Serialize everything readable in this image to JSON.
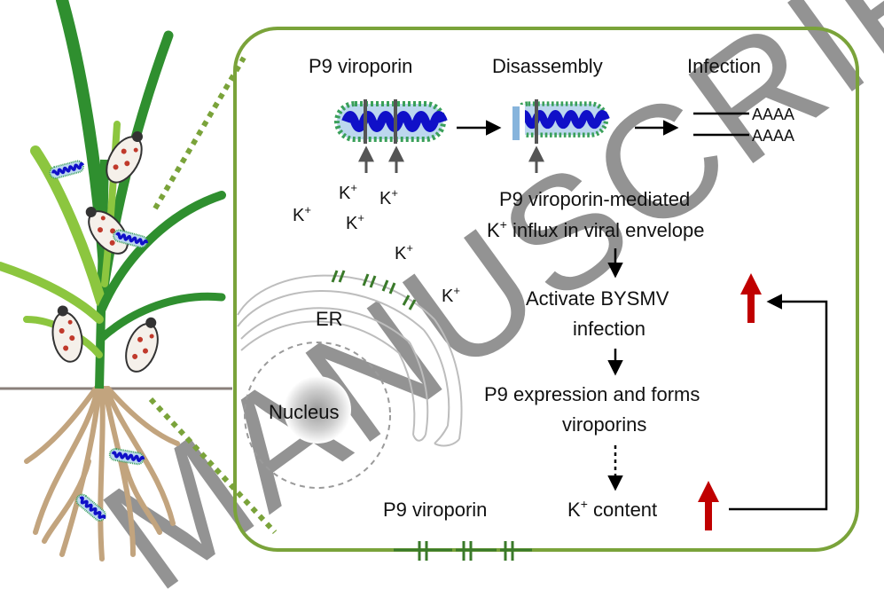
{
  "watermark": "MANUSCRIPT",
  "top_labels": {
    "viroporin": "P9 viroporin",
    "disassembly": "Disassembly",
    "infection": "Infection"
  },
  "polyA": [
    "AAAA",
    "AAAA"
  ],
  "ions": {
    "base": "K",
    "sup": "+",
    "count": 6
  },
  "organelles": {
    "er": "ER",
    "nucleus": "Nucleus"
  },
  "flow": {
    "step1_line1": "P9 viroporin-mediated",
    "step1_line2_pre": "K",
    "step1_line2_sup": "+",
    "step1_line2_post": " influx in viral envelope",
    "step2_line1": "Activate BYSMV",
    "step2_line2": "infection",
    "step3_line1": "P9 expression and forms",
    "step3_line2": "viroporins",
    "step4_pre": "K",
    "step4_sup": "+",
    "step4_post": " content"
  },
  "bottom_label": "P9 viroporin",
  "colors": {
    "cell_border": "#7aa33a",
    "leaf_dark": "#2f8f2f",
    "leaf_light": "#8cc63f",
    "root": "#c2a47e",
    "ground": "#8a7f7a",
    "virus_blue": "#1010c8",
    "virus_green": "#3aa05a",
    "up_arrow": "#c00000",
    "membrane_green": "#3a7a2a",
    "er_line": "#bdbdbd"
  }
}
